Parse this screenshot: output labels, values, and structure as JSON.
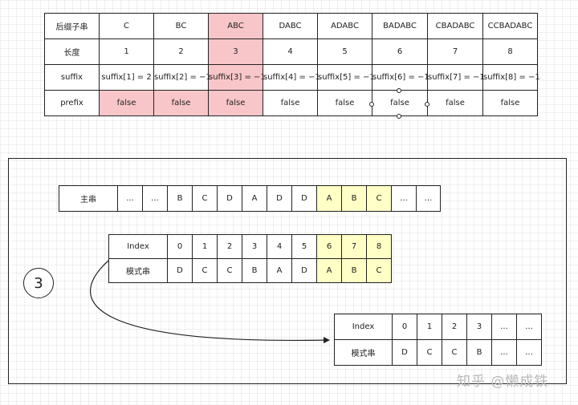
{
  "top_table": {
    "rows": [
      {
        "name": "suffix-substring",
        "cells": [
          "后缀子串",
          "C",
          "BC",
          "ABC",
          "DABC",
          "ADABC",
          "BADABC",
          "CBADABC",
          "CCBADABC"
        ]
      },
      {
        "name": "length",
        "cells": [
          "长度",
          "1",
          "2",
          "3",
          "4",
          "5",
          "6",
          "7",
          "8"
        ]
      },
      {
        "name": "suffix",
        "cells": [
          "suffix",
          "suffix[1] = 2",
          "suffix[2] = −1",
          "suffix[3] = −1",
          "suffix[4] = −1",
          "suffix[5] = −1",
          "suffix[6] = −1",
          "suffix[7] = −1",
          "suffix[8] = −1"
        ]
      },
      {
        "name": "prefix",
        "cells": [
          "prefix",
          "false",
          "false",
          "false",
          "false",
          "false",
          "false",
          "false",
          "false"
        ]
      }
    ],
    "highlight_color": "#f8c6c9"
  },
  "step": {
    "label": "3"
  },
  "main_string": {
    "cells": [
      "主串",
      "...",
      "...",
      "B",
      "C",
      "D",
      "A",
      "D",
      "D",
      "A",
      "B",
      "C",
      "...",
      "..."
    ],
    "highlight_color": "#ffffc6"
  },
  "pattern": {
    "index_row": [
      "Index",
      "0",
      "1",
      "2",
      "3",
      "4",
      "5",
      "6",
      "7",
      "8"
    ],
    "char_row": [
      "模式串",
      "D",
      "C",
      "C",
      "B",
      "A",
      "D",
      "A",
      "B",
      "C"
    ]
  },
  "shifted_pattern": {
    "index_row": [
      "Index",
      "0",
      "1",
      "2",
      "3",
      "...",
      "..."
    ],
    "char_row": [
      "模式串",
      "D",
      "C",
      "C",
      "B",
      "...",
      "..."
    ]
  },
  "watermark": {
    "text": "知乎 @懒成铁"
  },
  "colors": {
    "pink": "#f8c6c9",
    "yellow": "#ffffc6",
    "line": "#222222"
  }
}
